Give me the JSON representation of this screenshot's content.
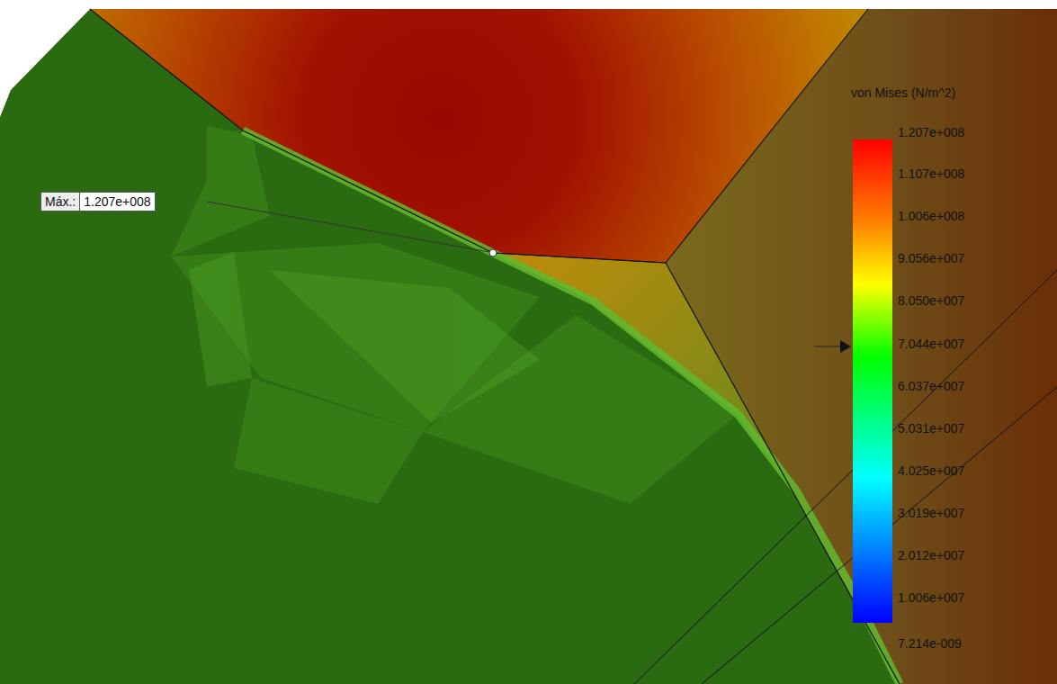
{
  "diagram": {
    "nodes": [
      {
        "text": [
          "Máx.:",
          "1.207e+008"
        ]
      }
    ],
    "labels": [
      "von Mises (N/m^2)",
      "1.207e+008",
      "1.107e+008",
      "1.006e+008",
      "9.056e+007",
      "8.050e+007",
      "7.044e+007",
      "6.037e+007",
      "5.031e+007",
      "4.025e+007",
      "3.019e+007",
      "2.012e+007",
      "1.006e+007",
      "7.214e-009"
    ]
  }
}
